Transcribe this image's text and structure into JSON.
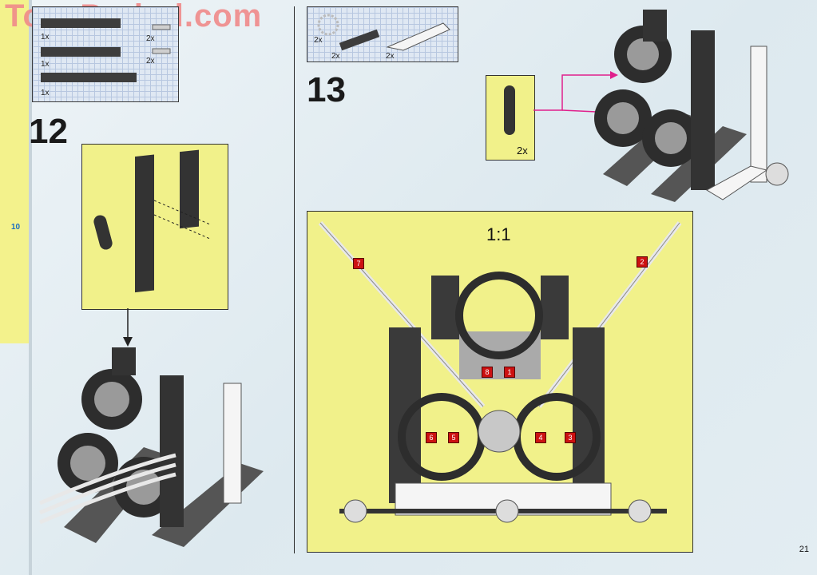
{
  "watermark": "ToysPeriod.com",
  "step12": {
    "number": "12",
    "parts": {
      "qty_a": "1x",
      "qty_b": "2x",
      "qty_c": "1x",
      "qty_d": "2x",
      "qty_e": "1x"
    }
  },
  "step13": {
    "number": "13",
    "parts": {
      "qty_a": "2x",
      "qty_b": "2x",
      "qty_c": "2x"
    },
    "callout_qty": "2x",
    "scale": "1:1",
    "tags": [
      "7",
      "2",
      "8",
      "1",
      "6",
      "5",
      "4",
      "3"
    ]
  },
  "left_edge": {
    "label_a": "10"
  },
  "page_number": "21",
  "colors": {
    "accent_arrow": "#e0208c",
    "tag": "#cc1111",
    "panel": "#f1f18a"
  }
}
